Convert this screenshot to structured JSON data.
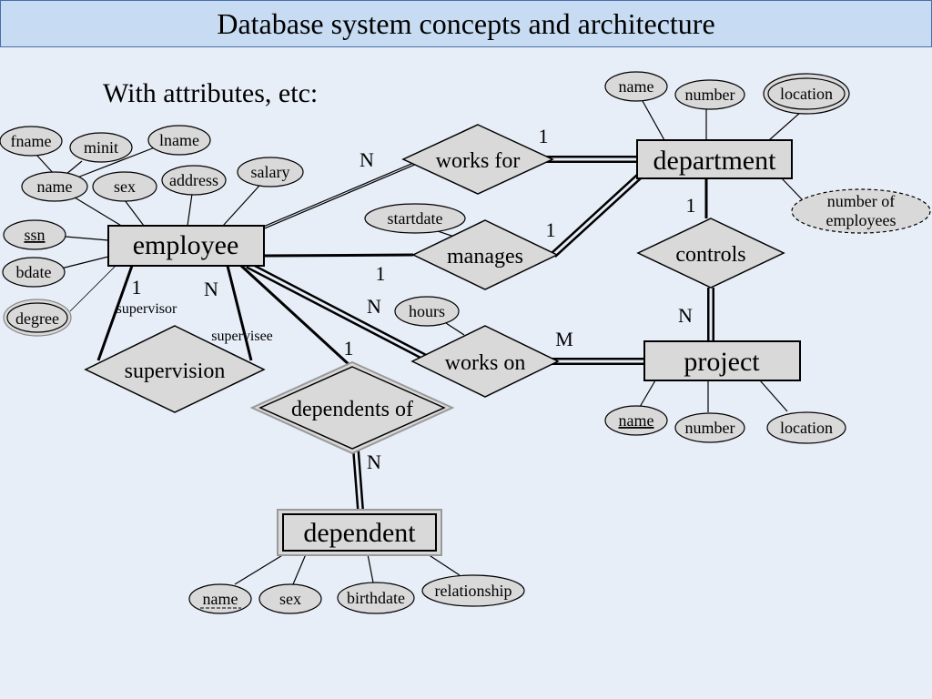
{
  "slide": {
    "title": "Database system concepts and architecture",
    "subtitle": "With attributes, etc:"
  },
  "entities": {
    "employee": "employee",
    "department": "department",
    "project": "project",
    "dependent": "dependent"
  },
  "relationships": {
    "works_for": "works for",
    "manages": "manages",
    "works_on": "works on",
    "controls": "controls",
    "supervision": "supervision",
    "dependents_of": "dependents of"
  },
  "attributes": {
    "employee": {
      "fname": "fname",
      "minit": "minit",
      "lname": "lname",
      "name": "name",
      "sex": "sex",
      "address": "address",
      "salary": "salary",
      "ssn": "ssn",
      "bdate": "bdate",
      "degree": "degree"
    },
    "department": {
      "name": "name",
      "number": "number",
      "location": "location",
      "number_of_employees_line1": "number of",
      "number_of_employees_line2": "employees"
    },
    "project": {
      "name": "name",
      "number": "number",
      "location": "location"
    },
    "dependent": {
      "name": "name",
      "sex": "sex",
      "birthdate": "birthdate",
      "relationship": "relationship"
    },
    "manages": {
      "startdate": "startdate"
    },
    "works_on": {
      "hours": "hours"
    }
  },
  "cardinalities": {
    "works_for_employee": "N",
    "works_for_department": "1",
    "manages_department": "1",
    "manages_employee": "1",
    "controls_department": "1",
    "controls_project": "N",
    "works_on_employee": "N",
    "works_on_project": "M",
    "supervision_supervisor": "1",
    "supervision_supervisee": "N",
    "dependents_of_employee": "1",
    "dependents_of_dependent": "N"
  },
  "roles": {
    "supervisor": "supervisor",
    "supervisee": "supervisee"
  }
}
